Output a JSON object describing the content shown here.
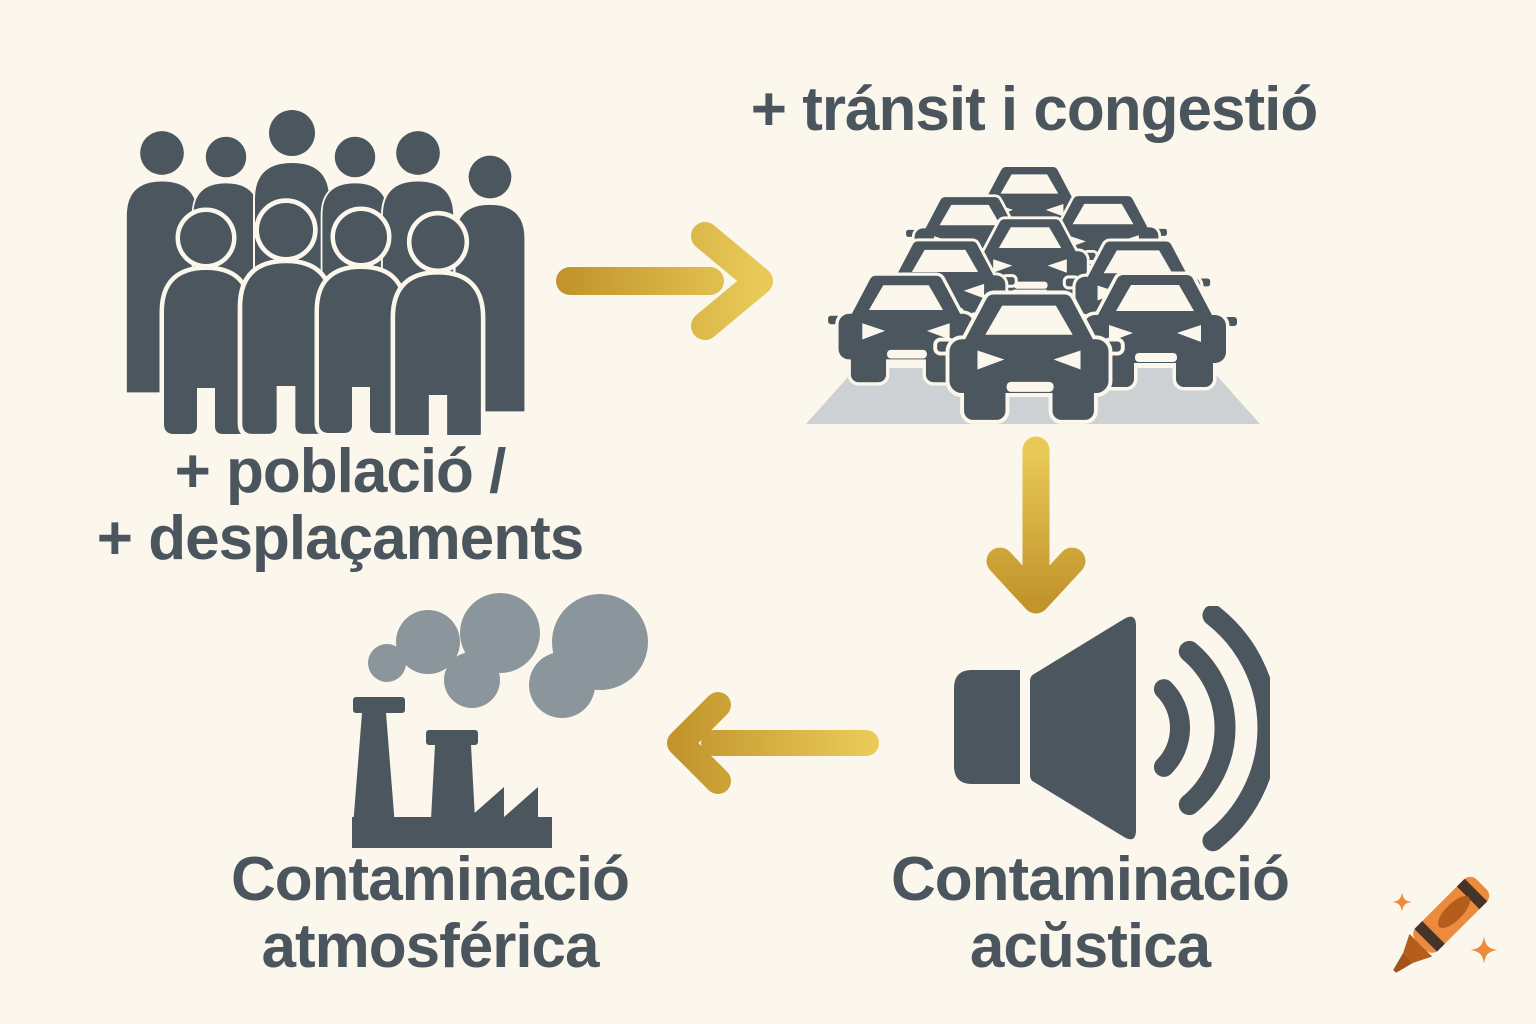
{
  "colors": {
    "bg": "#fbf7ec",
    "ink": "#4a555d",
    "icon": "#4b565f",
    "smoke": "#8b959c",
    "road": "#cdd1d3",
    "gold": "#d4ab3a",
    "gold_dark": "#c2952c",
    "gold_light": "#e9ca58",
    "crayon": "#ec8a3d",
    "crayon_dark": "#b55e1b",
    "crayon_tip": "#a5511a",
    "crayon_stripe": "#463428",
    "sparkle": "#ee8a3c"
  },
  "diagram": {
    "nodes": {
      "population": {
        "line1": "+ població /",
        "line2": "+ desplaçaments",
        "icon": "crowd-icon"
      },
      "traffic": {
        "label": "+ tránsit i congestió",
        "icon": "traffic-jam-icon"
      },
      "noise": {
        "line1": "Contaminació",
        "line2": "acŭstica",
        "icon": "speaker-icon"
      },
      "air": {
        "line1": "Contaminació",
        "line2": "atmosférica",
        "icon": "factory-icon"
      }
    },
    "edges": [
      {
        "from": "population",
        "to": "traffic",
        "arrow": "right"
      },
      {
        "from": "traffic",
        "to": "noise",
        "arrow": "down"
      },
      {
        "from": "noise",
        "to": "air",
        "arrow": "left"
      }
    ]
  },
  "watermark": {
    "icon": "crayon-logo"
  }
}
